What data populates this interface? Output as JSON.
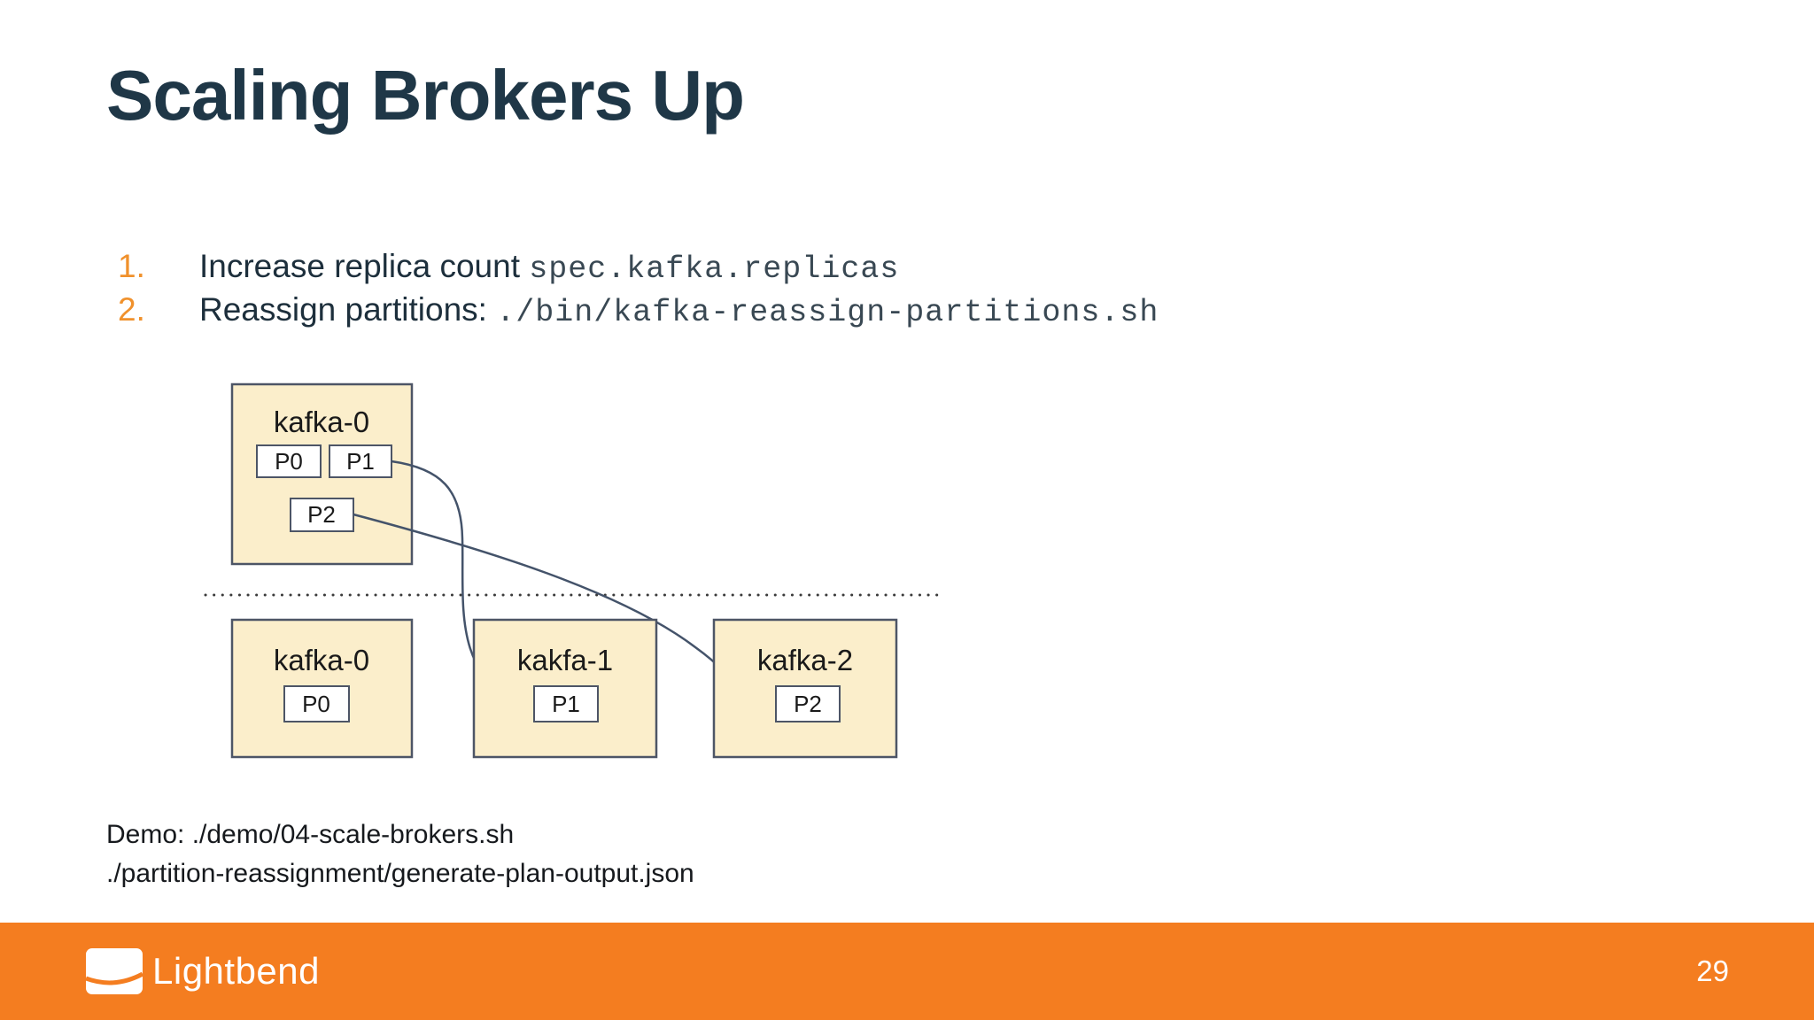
{
  "slide": {
    "title": "Scaling Brokers Up",
    "page_number": "29"
  },
  "steps": [
    {
      "number": "1.",
      "text": "Increase replica count ",
      "code": "spec.kafka.replicas"
    },
    {
      "number": "2.",
      "text": "Reassign partitions: ",
      "code": "./bin/kafka-reassign-partitions.sh"
    }
  ],
  "diagram": {
    "before": {
      "broker": "kafka-0",
      "partitions": [
        "P0",
        "P1",
        "P2"
      ]
    },
    "after": [
      {
        "broker": "kafka-0",
        "partitions": [
          "P0"
        ]
      },
      {
        "broker": "kakfa-1",
        "partitions": [
          "P1"
        ]
      },
      {
        "broker": "kafka-2",
        "partitions": [
          "P2"
        ]
      }
    ],
    "moves": [
      {
        "partition": "P1",
        "to": "kakfa-1"
      },
      {
        "partition": "P2",
        "to": "kafka-2"
      }
    ]
  },
  "notes": {
    "line1": "Demo: ./demo/04-scale-brokers.sh",
    "line2": "./partition-reassignment/generate-plan-output.json"
  },
  "footer": {
    "brand": "Lightbend"
  },
  "colors": {
    "accent_orange": "#f47d20",
    "list_number_orange": "#f0912c",
    "heading": "#1f3747",
    "body_text": "#1d2f3c",
    "code_text": "#394853",
    "box_fill": "#fbeecb",
    "box_border": "#4d5566",
    "arrow": "#44536a"
  }
}
